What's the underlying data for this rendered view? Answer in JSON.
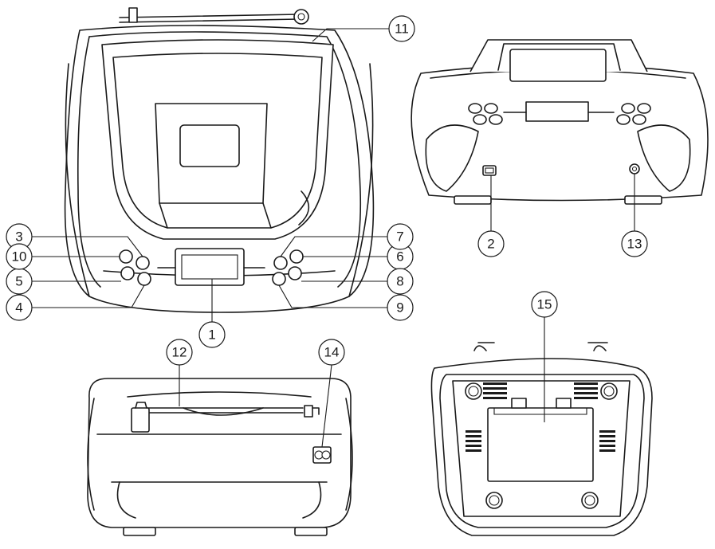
{
  "colors": {
    "line": "#1a1a1a",
    "background": "#ffffff"
  },
  "callouts": [
    {
      "id": "1",
      "label": "1"
    },
    {
      "id": "2",
      "label": "2"
    },
    {
      "id": "3",
      "label": "3"
    },
    {
      "id": "4",
      "label": "4"
    },
    {
      "id": "5",
      "label": "5"
    },
    {
      "id": "6",
      "label": "6"
    },
    {
      "id": "7",
      "label": "7"
    },
    {
      "id": "8",
      "label": "8"
    },
    {
      "id": "9",
      "label": "9"
    },
    {
      "id": "10",
      "label": "10"
    },
    {
      "id": "11",
      "label": "11"
    },
    {
      "id": "12",
      "label": "12"
    },
    {
      "id": "13",
      "label": "13"
    },
    {
      "id": "14",
      "label": "14"
    },
    {
      "id": "15",
      "label": "15"
    }
  ]
}
